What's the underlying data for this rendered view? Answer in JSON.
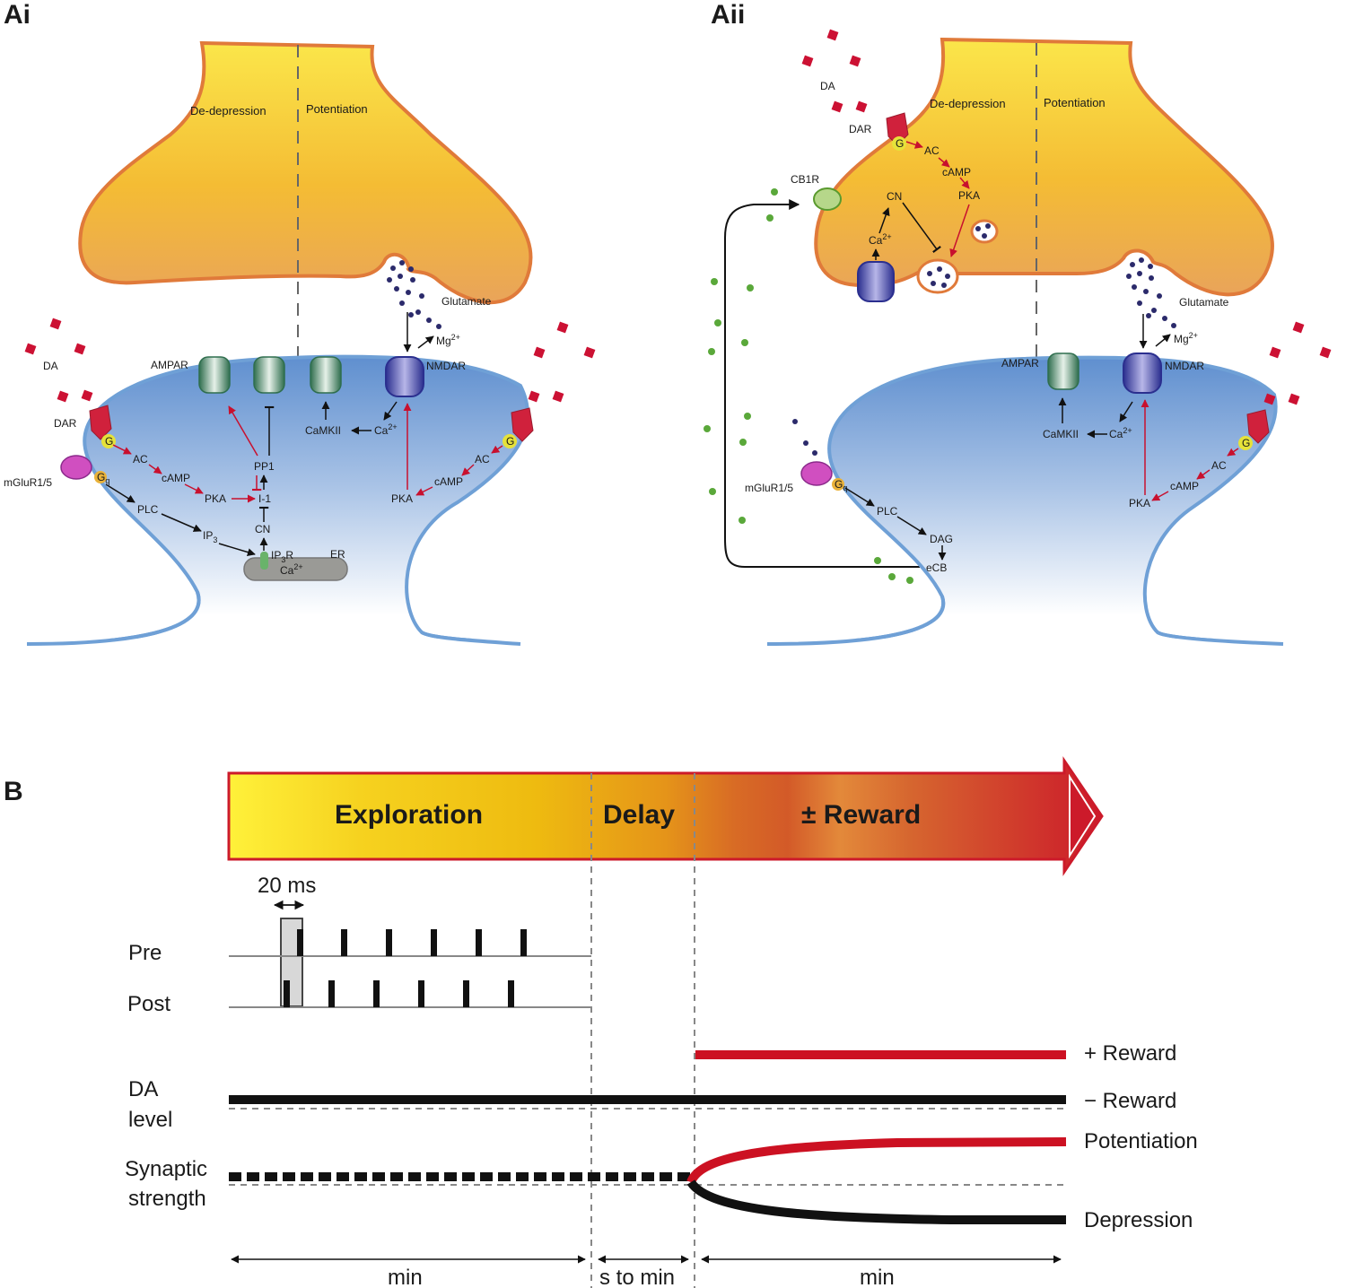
{
  "panels": {
    "ai": {
      "label": "Ai",
      "de_depression": "De-depression",
      "potentiation": "Potentiation",
      "glutamate": "Glutamate",
      "mg": "Mg",
      "mg_sup": "2+",
      "nmdar": "NMDAR",
      "ampar": "AMPAR",
      "da": "DA",
      "dar": "DAR",
      "g": "G",
      "gq": "G",
      "gq_sub": "q",
      "ac": "AC",
      "camp": "cAMP",
      "pka": "PKA",
      "i1": "I-1",
      "pp1": "PP1",
      "cn": "CN",
      "camkii": "CaMKII",
      "ca": "Ca",
      "ca_sup": "2+",
      "mglur": "mGluR1/5",
      "plc": "PLC",
      "ip3": "IP",
      "ip3_sub": "3",
      "ip3r": "IP",
      "ip3r_suffix": "R",
      "er": "ER"
    },
    "aii": {
      "label": "Aii",
      "de_depression": "De-depression",
      "potentiation": "Potentiation",
      "da": "DA",
      "dar": "DAR",
      "g": "G",
      "ac": "AC",
      "camp": "cAMP",
      "pka": "PKA",
      "cn": "CN",
      "ca": "Ca",
      "ca_sup": "2+",
      "cb1r": "CB1R",
      "glutamate": "Glutamate",
      "mg": "Mg",
      "mg_sup": "2+",
      "ampar": "AMPAR",
      "nmdar": "NMDAR",
      "camkii": "CaMKII",
      "mglur": "mGluR1/5",
      "gq": "G",
      "gq_sub": "q",
      "plc": "PLC",
      "dag": "DAG",
      "ecb": "eCB"
    },
    "b": {
      "label": "B",
      "phases": [
        "Exploration",
        "Delay",
        "± Reward"
      ],
      "time_window": "20 ms",
      "rows": [
        "Pre",
        "Post",
        "DA",
        "level",
        "Synaptic",
        "strength"
      ],
      "outcomes": [
        "+ Reward",
        "− Reward",
        "Potentiation",
        "Depression"
      ],
      "durations": [
        "min",
        "s to min",
        "min"
      ]
    }
  },
  "colors": {
    "terminal_fill": "#f3c33a",
    "terminal_stroke": "#e07a3a",
    "spine_fill": "#6f9bd4",
    "spine_stroke": "#6fa0d6",
    "dopamine": "#cc1133",
    "reward_line": "#cc1122",
    "vesicle": "#2b2a6b",
    "ecb_dot": "#5aa83a"
  }
}
